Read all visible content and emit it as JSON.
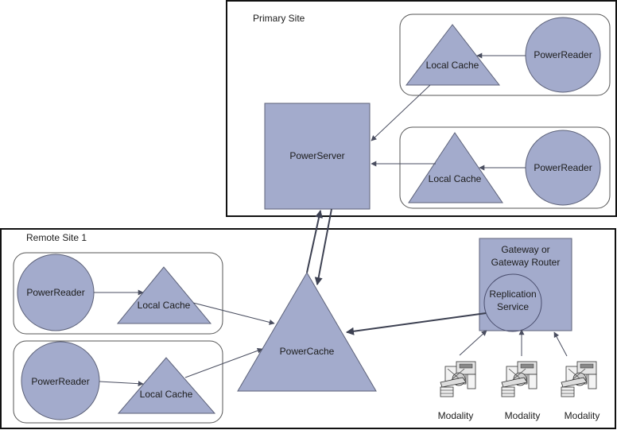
{
  "diagram": {
    "primary_site": {
      "title": "Primary Site",
      "server": "PowerServer",
      "groups": [
        {
          "reader": "PowerReader",
          "cache": "Local Cache"
        },
        {
          "reader": "PowerReader",
          "cache": "Local Cache"
        }
      ]
    },
    "remote_site": {
      "title": "Remote Site 1",
      "cache": "PowerCache",
      "groups": [
        {
          "reader": "PowerReader",
          "cache": "Local Cache"
        },
        {
          "reader": "PowerReader",
          "cache": "Local Cache"
        }
      ],
      "gateway": {
        "title_line1": "Gateway or",
        "title_line2": "Gateway Router",
        "service_line1": "Replication",
        "service_line2": "Service"
      },
      "modalities": [
        {
          "label": "Modality",
          "icon": "ct-scanner-icon"
        },
        {
          "label": "Modality",
          "icon": "ct-scanner-icon"
        },
        {
          "label": "Modality",
          "icon": "ct-scanner-icon"
        }
      ]
    },
    "edges": [
      {
        "from": "Primary PowerReader 1",
        "to": "Primary Local Cache 1"
      },
      {
        "from": "Primary Local Cache 1",
        "to": "PowerServer"
      },
      {
        "from": "Primary PowerReader 2",
        "to": "Primary Local Cache 2"
      },
      {
        "from": "Primary Local Cache 2",
        "to": "PowerServer"
      },
      {
        "from": "PowerCache",
        "to": "PowerServer"
      },
      {
        "from": "PowerServer",
        "to": "PowerCache"
      },
      {
        "from": "Remote PowerReader 1",
        "to": "Remote Local Cache 1"
      },
      {
        "from": "Remote Local Cache 1",
        "to": "PowerCache"
      },
      {
        "from": "Remote PowerReader 2",
        "to": "Remote Local Cache 2"
      },
      {
        "from": "Remote Local Cache 2",
        "to": "PowerCache"
      },
      {
        "from": "Replication Service",
        "to": "PowerCache"
      },
      {
        "from": "Modality 1",
        "to": "Gateway"
      },
      {
        "from": "Modality 2",
        "to": "Gateway"
      },
      {
        "from": "Modality 3",
        "to": "Gateway"
      }
    ],
    "colors": {
      "node_fill": "#a3abcc",
      "node_stroke": "#5c6178",
      "edge": "#4a4e60"
    }
  }
}
